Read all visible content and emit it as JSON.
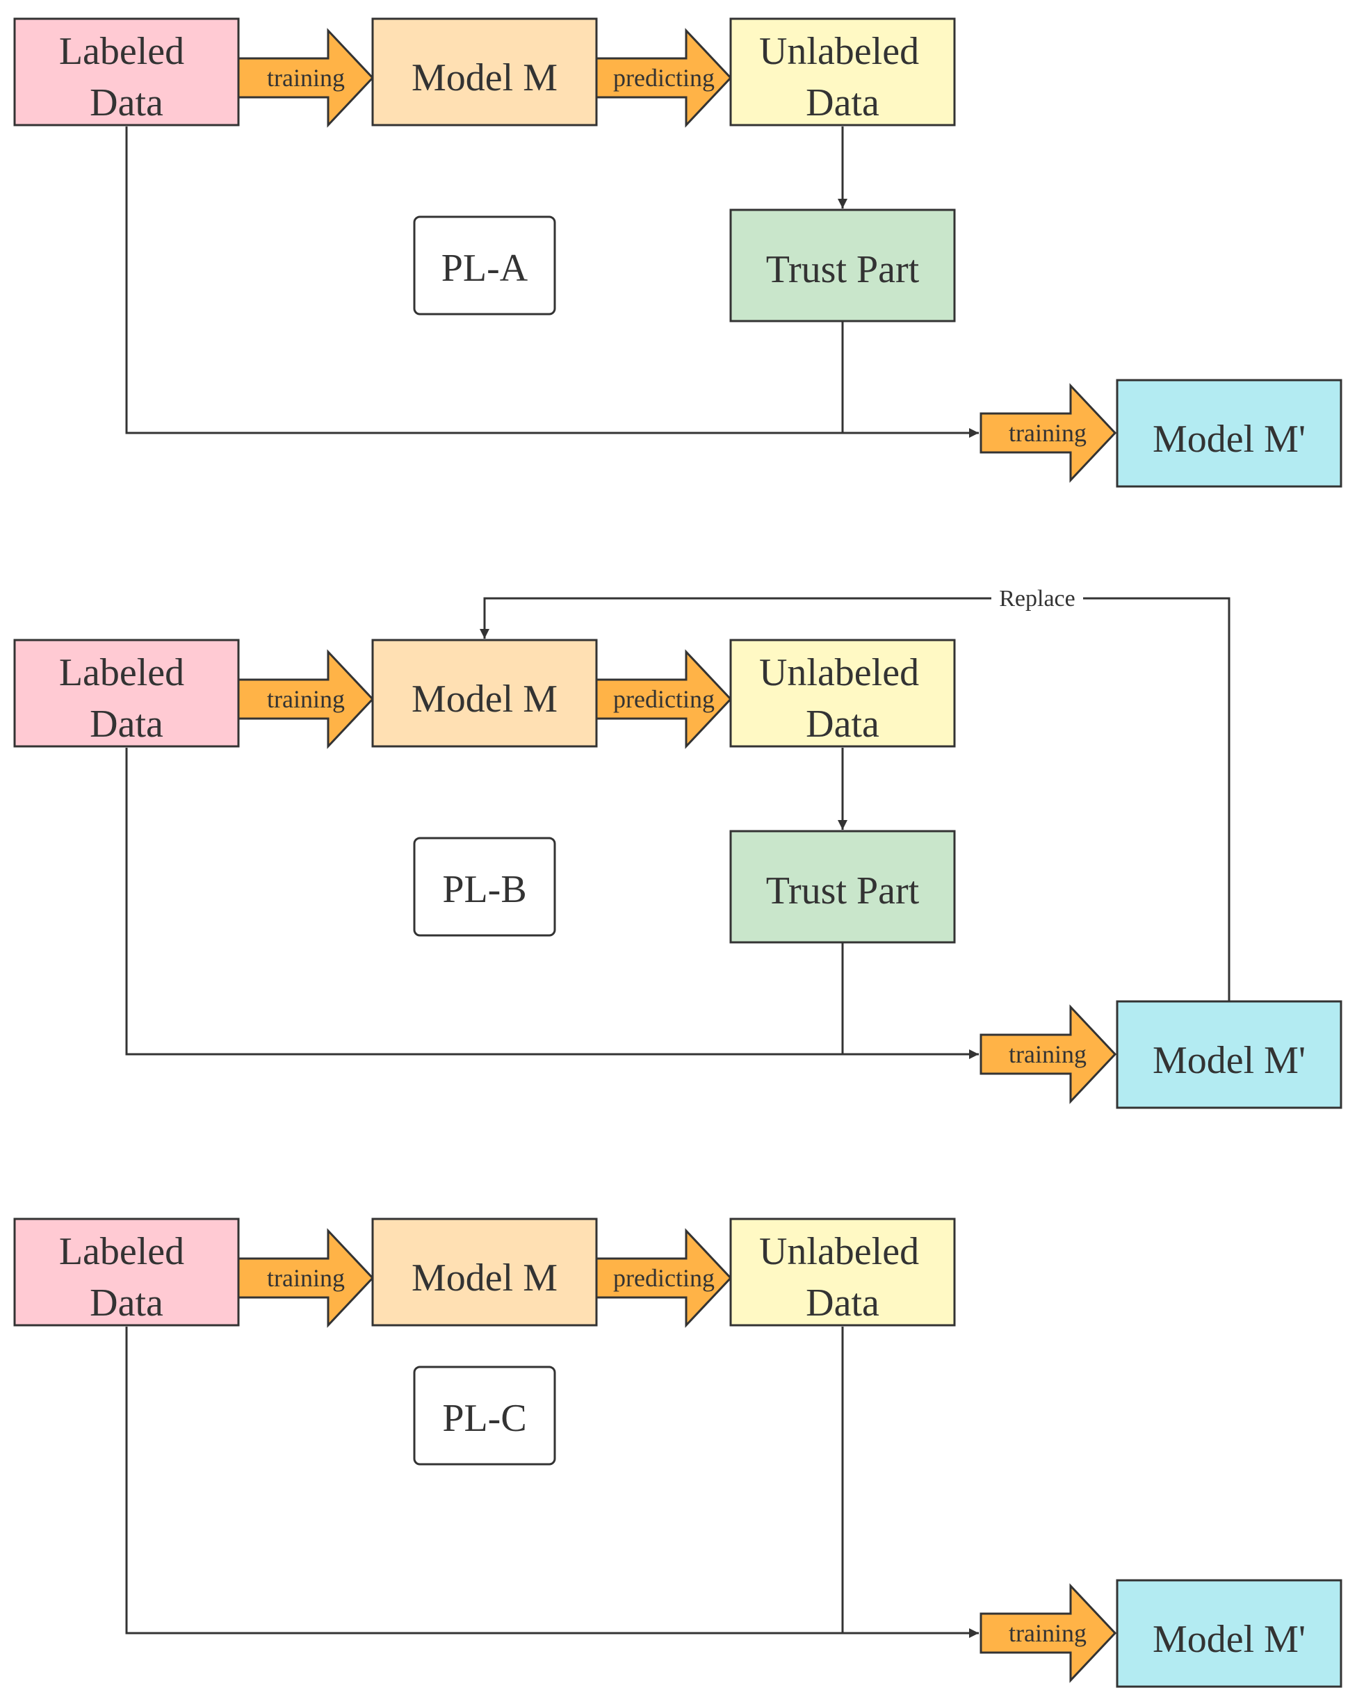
{
  "colors": {
    "labeled": "#ffcad3",
    "model": "#ffe0b3",
    "unlabeled": "#fff9c4",
    "trust": "#c9e6cb",
    "model_prime": "#b3ebf2",
    "arrow_fill": "#ffb347",
    "stroke": "#333333"
  },
  "panels": [
    {
      "id": "pl-a",
      "title": "PL-A",
      "labeled_data": [
        "Labeled",
        "Data"
      ],
      "model": "Model M",
      "unlabeled_data": [
        "Unlabeled",
        "Data"
      ],
      "trust_part": "Trust Part",
      "model_prime": "Model M'",
      "train_label": "training",
      "predict_label": "predicting",
      "final_train_label": "training"
    },
    {
      "id": "pl-b",
      "title": "PL-B",
      "labeled_data": [
        "Labeled",
        "Data"
      ],
      "model": "Model M",
      "unlabeled_data": [
        "Unlabeled",
        "Data"
      ],
      "trust_part": "Trust Part",
      "model_prime": "Model M'",
      "train_label": "training",
      "predict_label": "predicting",
      "final_train_label": "training",
      "replace_label": "Replace"
    },
    {
      "id": "pl-c",
      "title": "PL-C",
      "labeled_data": [
        "Labeled",
        "Data"
      ],
      "model": "Model M",
      "unlabeled_data": [
        "Unlabeled",
        "Data"
      ],
      "model_prime": "Model M'",
      "train_label": "training",
      "predict_label": "predicting",
      "final_train_label": "training"
    }
  ]
}
